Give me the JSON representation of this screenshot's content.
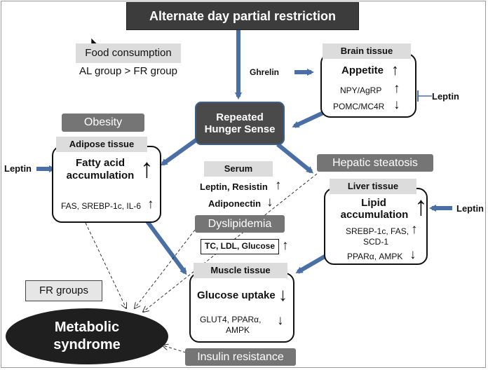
{
  "title": "Alternate day partial restriction",
  "food": {
    "label": "Food consumption",
    "comparison": "AL group > FR group"
  },
  "ghrelin": "Ghrelin",
  "leptin": "Leptin",
  "brain": {
    "header": "Brain tissue",
    "appetite": "Appetite",
    "npy": "NPY/AgRP",
    "pomc": "POMC/MC4R"
  },
  "hunger": {
    "line1": "Repeated",
    "line2": "Hunger Sense"
  },
  "obesity": "Obesity",
  "adipose": {
    "header": "Adipose tissue",
    "line1": "Fatty acid",
    "line2": "accumulation",
    "markers": "FAS, SREBP-1c, IL-6"
  },
  "serum": {
    "header": "Serum",
    "leptin_resistin": "Leptin, Resistin",
    "adiponectin": "Adiponectin",
    "lipids": "TC, LDL, Glucose"
  },
  "hepatic": "Hepatic steatosis",
  "liver": {
    "header": "Liver tissue",
    "line1": "Lipid",
    "line2": "accumulation",
    "markers1": "SREBP-1c, FAS,",
    "markers2": "SCD-1",
    "markers3": "PPARα, AMPK"
  },
  "dyslipidemia": "Dyslipidemia",
  "muscle": {
    "header": "Muscle tissue",
    "uptake": "Glucose uptake",
    "markers1": "GLUT4,  PPARα,",
    "markers2": "AMPK"
  },
  "fr_groups": "FR groups",
  "metabolic": {
    "line1": "Metabolic",
    "line2": "syndrome"
  },
  "insulin": "Insulin resistance",
  "arrows": {
    "up": "↑",
    "down": "↓"
  },
  "colors": {
    "arrow_blue": "#4a6fa5",
    "banner": "#3c3c3c",
    "label_gray": "#dcdcdc",
    "label_dark": "#757575"
  }
}
